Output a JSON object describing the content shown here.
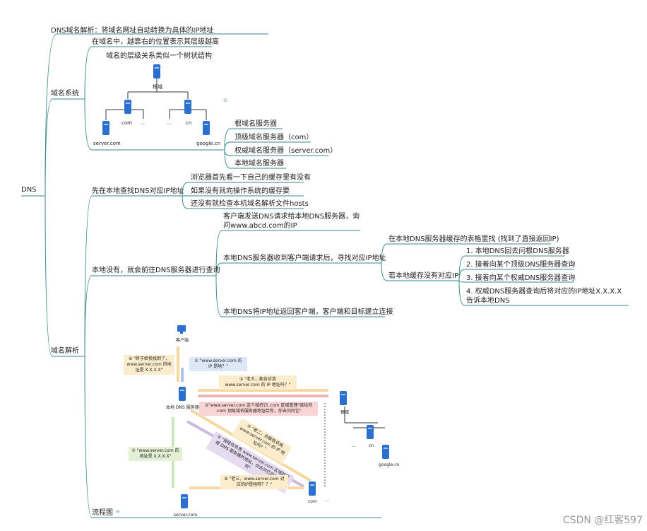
{
  "root": "DNS",
  "branch1": {
    "text": "DNS域名解析：将域名网址自动转换为具体的IP地址"
  },
  "branch2": {
    "label": "域名系统",
    "line1": "在域名中，越靠右的位置表示其层级越高",
    "line2": "域名的层级关系类似一个树状结构",
    "tree": {
      "root": "根域",
      "com": "com",
      "cn": "cn",
      "dots1": "…",
      "dots2": "…",
      "server": "server.com",
      "google": "google.cn"
    },
    "servers": [
      "根域名服务器",
      "顶级域名服务器（com）",
      "权威域名服务器（server.com）",
      "本地域名服务器"
    ]
  },
  "branch3": {
    "label": "域名解析",
    "local": {
      "label": "先在本地查找DNS对应IP地址",
      "items": [
        "浏览器首先看一下自己的缓存里有没有",
        "如果没有就向操作系统的缓存要",
        "还没有就检查本机域名解析文件hosts"
      ]
    },
    "remote": {
      "label": "本地没有，就会前往DNS服务器进行查询",
      "step1": "客户端发送DNS请求给本地DNS服务器，询问www.abcd.com的IP",
      "step2": "本地DNS服务器收到客户端请求后，寻找对应IP地址",
      "cache": "在本地DNS服务器缓存的表格里找 (找到了直接返回IP)",
      "nocache": "若本地缓存没有对应IP",
      "substeps": [
        "1. 本地DNS回去问根DNS服务器",
        "2. 接着向某个顶级DNS服务器查询",
        "3. 接着向某个权威DNS服务器查询",
        "4. 权威DNS服务器查询后将对应的IP地址X.X.X.X告诉本地DNS"
      ],
      "step3": "本地DNS将IP地址返回客户端，客户端和目标建立连接"
    },
    "flow": {
      "label": "流程图",
      "client": "客户端",
      "local_dns": "本地 DNS 服务器",
      "root": "根域",
      "com": "com",
      "cn": "cn",
      "dots": "...",
      "server": "server.com",
      "m1": "① \"www.server.com 的 IP 是啥？\"",
      "m2": "② \"老大，能告诉我 www.server.com 的 IP 地址吗？\"",
      "m3": "③\"www.server.com 这个域名归 .com 区域管理\"我给你 .com 顶级域名服务器地址给你，你去问问它\"",
      "m4": "④ \"老二，你能告诉我 www.server.com 的 IP 地址吗？\"",
      "m5": "⑤ \"我给你负责 www.server.com 区域的权威 DNS 服务器的地址，你去问它应该能问到\"",
      "m6": "⑥ \"老三，www.server.com 对应的IP是啥呀？？\"",
      "m7": "⑦ \"www.server.com 的地址是 X.X.X.X\"",
      "m8": "⑧ \"终于给我找到了，www.server.com 的地址是 X.X.X.X\""
    }
  },
  "watermark": "CSDN @红客597"
}
